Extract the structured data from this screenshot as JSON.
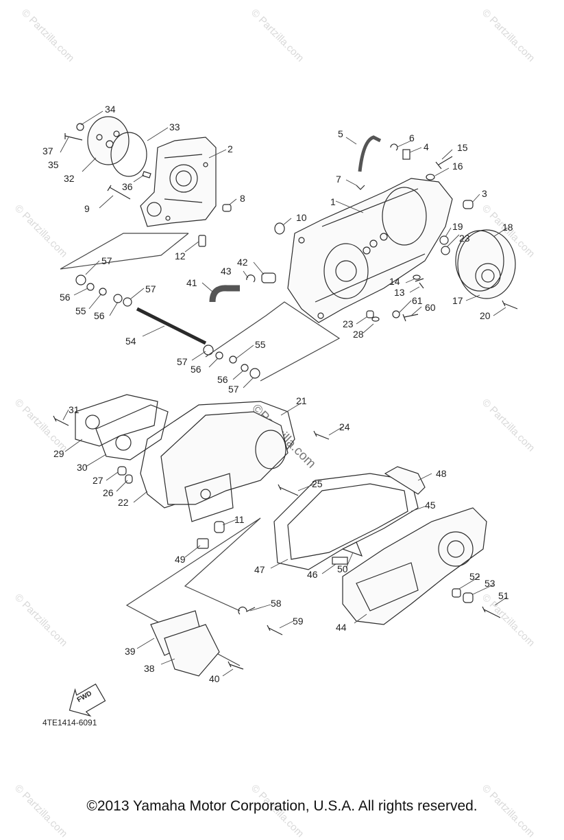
{
  "watermark": "© Partzilla.com",
  "center_watermark": "©Partzilla.com",
  "part_numbers": {
    "p1": "1",
    "p2": "2",
    "p3": "3",
    "p4": "4",
    "p5": "5",
    "p6": "6",
    "p7": "7",
    "p8": "8",
    "p9": "9",
    "p10": "10",
    "p11": "11",
    "p12": "12",
    "p13": "13",
    "p14": "14",
    "p15": "15",
    "p16": "16",
    "p17": "17",
    "p18": "18",
    "p19": "19",
    "p20": "20",
    "p21": "21",
    "p22": "22",
    "p23a": "23",
    "p23b": "23",
    "p24": "24",
    "p25": "25",
    "p26": "26",
    "p27": "27",
    "p28": "28",
    "p29": "29",
    "p30": "30",
    "p31": "31",
    "p32": "32",
    "p33": "33",
    "p34": "34",
    "p35": "35",
    "p36": "36",
    "p37": "37",
    "p38": "38",
    "p39": "39",
    "p40": "40",
    "p41": "41",
    "p42": "42",
    "p43": "43",
    "p44": "44",
    "p45": "45",
    "p46": "46",
    "p47": "47",
    "p48": "48",
    "p49": "49",
    "p50": "50",
    "p51": "51",
    "p52": "52",
    "p53": "53",
    "p54": "54",
    "p55a": "55",
    "p55b": "55",
    "p56a": "56",
    "p56b": "56",
    "p56c": "56",
    "p56d": "56",
    "p57a": "57",
    "p57b": "57",
    "p57c": "57",
    "p57d": "57",
    "p58": "58",
    "p59": "59",
    "p60": "60",
    "p61": "61"
  },
  "fwd_label": "FWD",
  "diagram_code": "4TE1414-6091",
  "copyright": "©2013 Yamaha Motor Corporation, U.S.A. All rights reserved."
}
